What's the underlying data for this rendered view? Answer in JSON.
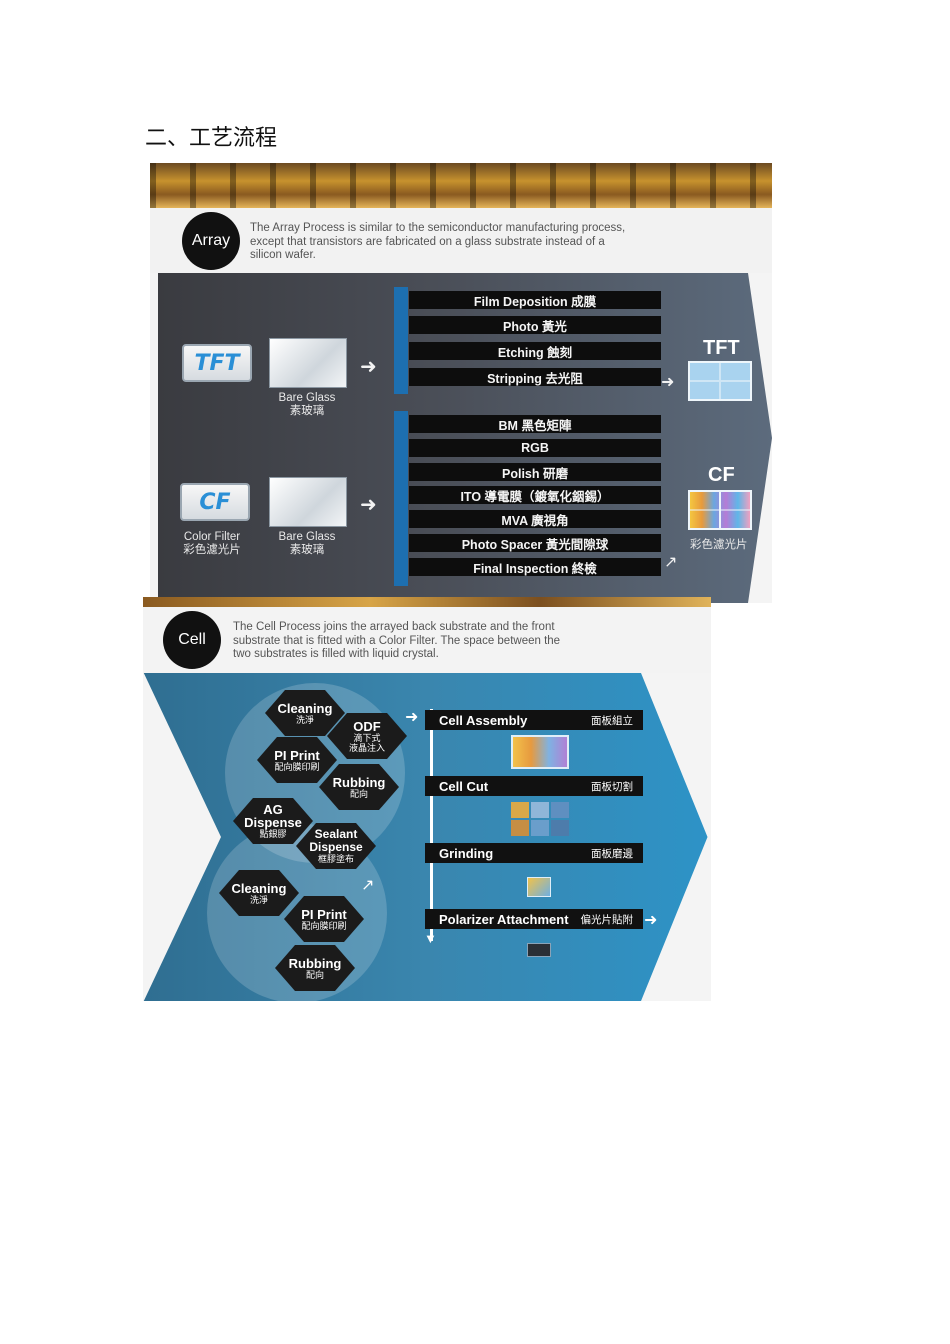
{
  "heading": "二、工艺流程",
  "array": {
    "badge": "Array",
    "intro_lines": [
      "The Array Process is similar to the semiconductor manufacturing process,",
      "except that transistors are fabricated on a glass substrate instead of a",
      "silicon wafer."
    ],
    "tft_logo": "TFT",
    "cf_logo": "CF",
    "bare_glass_en": "Bare Glass",
    "bare_glass_zh": "素玻璃",
    "color_filter_en": "Color Filter",
    "color_filter_zh": "彩色濾光片",
    "arrow_glyph": "➜",
    "tft_steps": [
      "Film Deposition 成膜",
      "Photo 黃光",
      "Etching 蝕刻",
      "Stripping 去光阻"
    ],
    "cf_steps": [
      "BM 黑色矩陣",
      "RGB",
      "Polish 研磨",
      "ITO 導電膜（鍍氧化銦錫）",
      "MVA 廣視角",
      "Photo Spacer 黃光間隙球",
      "Final Inspection 終檢"
    ],
    "tft_result": "TFT",
    "cf_result": "CF",
    "cf_result_caption": "彩色濾光片"
  },
  "cell": {
    "badge": "Cell",
    "intro_lines": [
      "The Cell Process joins the arrayed back substrate and the front",
      "substrate that is fitted with a Color Filter. The space between the",
      "two substrates is filled with liquid crystal."
    ],
    "hexes": [
      {
        "en": "Cleaning",
        "zh": "洗淨"
      },
      {
        "en": "ODF",
        "zh": "滴下式\n液晶注入"
      },
      {
        "en": "PI Print",
        "zh": "配向膜印刷"
      },
      {
        "en": "Rubbing",
        "zh": "配向"
      },
      {
        "en": "AG\nDispense",
        "zh": "點銀膠"
      },
      {
        "en": "Sealant\nDispense",
        "zh": "框膠塗布"
      },
      {
        "en": "Cleaning",
        "zh": "洗淨"
      },
      {
        "en": "PI Print",
        "zh": "配向膜印刷"
      },
      {
        "en": "Rubbing",
        "zh": "配向"
      }
    ],
    "steps": [
      {
        "en": "Cell Assembly",
        "zh": "面板組立"
      },
      {
        "en": "Cell Cut",
        "zh": "面板切割"
      },
      {
        "en": "Grinding",
        "zh": "面板磨邊"
      },
      {
        "en": "Polarizer Attachment",
        "zh": "偏光片貼附"
      }
    ]
  }
}
